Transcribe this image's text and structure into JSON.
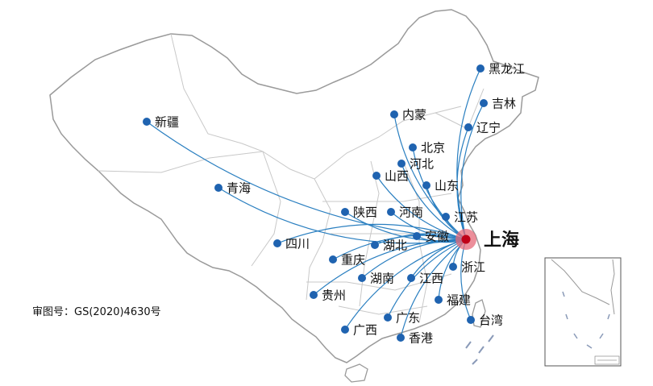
{
  "map": {
    "hub": {
      "name": "上海",
      "color": "#c00018",
      "glow": "#e56a7a"
    },
    "route_color": "#2a7fc0",
    "dot_color": "#1f63b0",
    "land_stroke": "#9a9a9a",
    "border_stroke": "#c8c8c8",
    "approval_text": "审图号：GS(2020)4630号",
    "destinations": [
      {
        "id": "heilongjiang",
        "name": "黑龙江"
      },
      {
        "id": "jilin",
        "name": "吉林"
      },
      {
        "id": "liaoning",
        "name": "辽宁"
      },
      {
        "id": "neimeng",
        "name": "内蒙"
      },
      {
        "id": "beijing",
        "name": "北京"
      },
      {
        "id": "hebei",
        "name": "河北"
      },
      {
        "id": "shanxi",
        "name": "山西"
      },
      {
        "id": "shandong",
        "name": "山东"
      },
      {
        "id": "xinjiang",
        "name": "新疆"
      },
      {
        "id": "qinghai",
        "name": "青海"
      },
      {
        "id": "shaanxi",
        "name": "陕西"
      },
      {
        "id": "henan",
        "name": "河南"
      },
      {
        "id": "jiangsu",
        "name": "江苏"
      },
      {
        "id": "anhui",
        "name": "安徽"
      },
      {
        "id": "sichuan",
        "name": "四川"
      },
      {
        "id": "hubei",
        "name": "湖北"
      },
      {
        "id": "chongqing",
        "name": "重庆"
      },
      {
        "id": "zhejiang",
        "name": "浙江"
      },
      {
        "id": "hunan",
        "name": "湖南"
      },
      {
        "id": "jiangxi",
        "name": "江西"
      },
      {
        "id": "guizhou",
        "name": "贵州"
      },
      {
        "id": "fujian",
        "name": "福建"
      },
      {
        "id": "guangxi",
        "name": "广西"
      },
      {
        "id": "guangdong",
        "name": "广东"
      },
      {
        "id": "taiwan",
        "name": "台湾"
      },
      {
        "id": "xianggang",
        "name": "香港"
      }
    ]
  }
}
